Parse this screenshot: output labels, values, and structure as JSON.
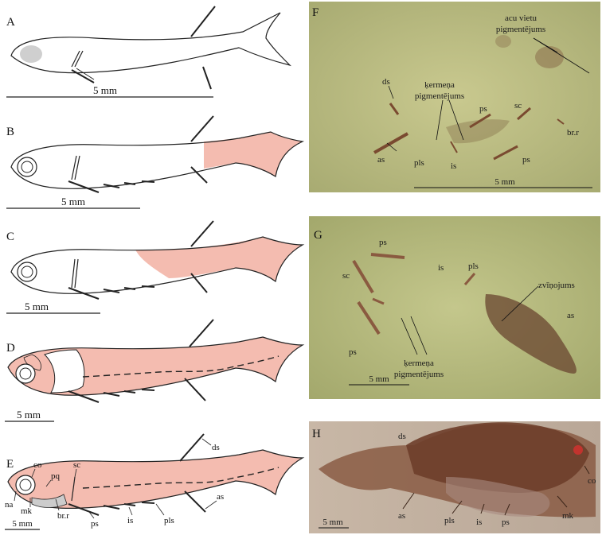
{
  "panels": {
    "A": {
      "letter": "A",
      "scale": "5 mm"
    },
    "B": {
      "letter": "B",
      "scale": "5 mm"
    },
    "C": {
      "letter": "C",
      "scale": "5 mm"
    },
    "D": {
      "letter": "D",
      "scale": "5 mm"
    },
    "E": {
      "letter": "E",
      "scale": "5 mm",
      "labels": {
        "ds": "ds",
        "as": "as",
        "pls": "pls",
        "is": "is",
        "ps": "ps",
        "br_r": "br.r",
        "mk": "mk",
        "na": "na",
        "co": "co",
        "pq": "pq",
        "sc": "sc"
      }
    },
    "F": {
      "letter": "F",
      "scale": "5 mm",
      "labels": {
        "eye": "acu vietu",
        "eye2": "pigmentējums",
        "body": "ķermeņa",
        "body2": "pigmentējums",
        "ds": "ds",
        "as": "as",
        "ps1": "ps",
        "ps2": "ps",
        "sc": "sc",
        "br_r": "br.r",
        "pls": "pls",
        "is": "is"
      }
    },
    "G": {
      "letter": "G",
      "scale": "5 mm",
      "labels": {
        "ps1": "ps",
        "ps2": "ps",
        "sc": "sc",
        "is": "is",
        "pls": "pls",
        "scales": "zvīņojums",
        "as": "as",
        "body": "ķermeņa",
        "body2": "pigmentējums"
      }
    },
    "H": {
      "letter": "H",
      "scale": "5 mm",
      "labels": {
        "ds": "ds",
        "co": "co",
        "as": "as",
        "pls": "pls",
        "is": "is",
        "ps": "ps",
        "mk": "mk"
      }
    }
  },
  "colors": {
    "flesh": "#f4bcb0",
    "photo_green": "#bfc08a",
    "photo_brown": "#9a7a6a"
  }
}
